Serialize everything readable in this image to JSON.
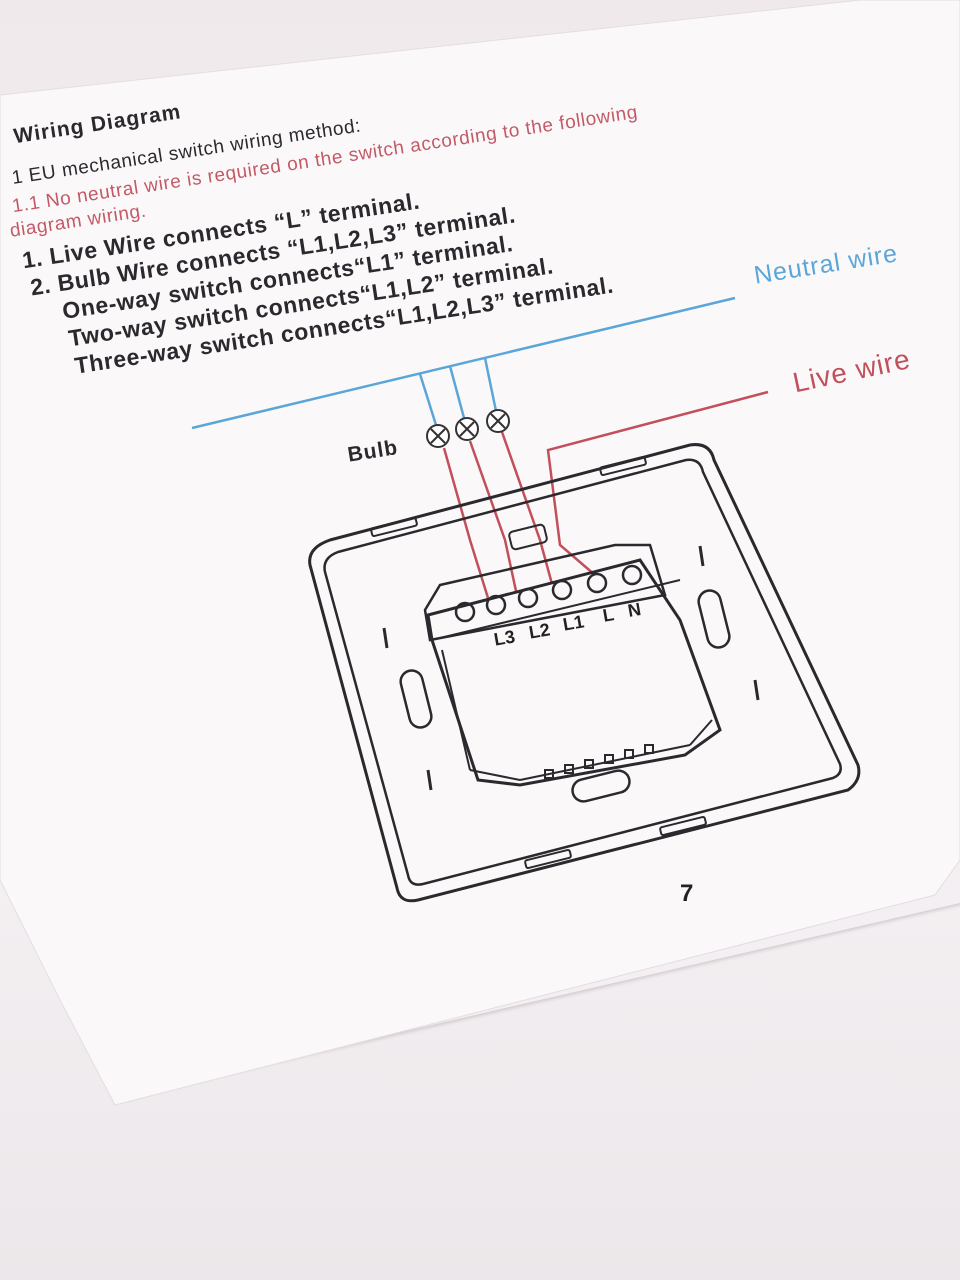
{
  "manual": {
    "heading": "Wiring Diagram",
    "section": "1 EU mechanical switch wiring method:",
    "subsection_line1": "1.1 No neutral wire is required on the switch according to the following",
    "subsection_line2": "diagram wiring.",
    "steps": [
      "1. Live Wire connects “L” terminal.",
      "2. Bulb Wire connects “L1,L2,L3” terminal.",
      "One-way switch connects“L1” terminal.",
      "Two-way switch connects“L1,L2” terminal.",
      "Three-way switch connects“L1,L2,L3” terminal."
    ]
  },
  "diagram": {
    "neutral_label": "Neutral wire",
    "live_label": "Live wire",
    "bulb_label": "Bulb",
    "terminals": [
      "L3",
      "L2",
      "L1",
      "L",
      "N"
    ]
  },
  "page_number": "7",
  "colors": {
    "neutral": "#5aa6d8",
    "live": "#c2505c",
    "ink": "#2a2a2e",
    "paper": "#fbf8fa"
  }
}
